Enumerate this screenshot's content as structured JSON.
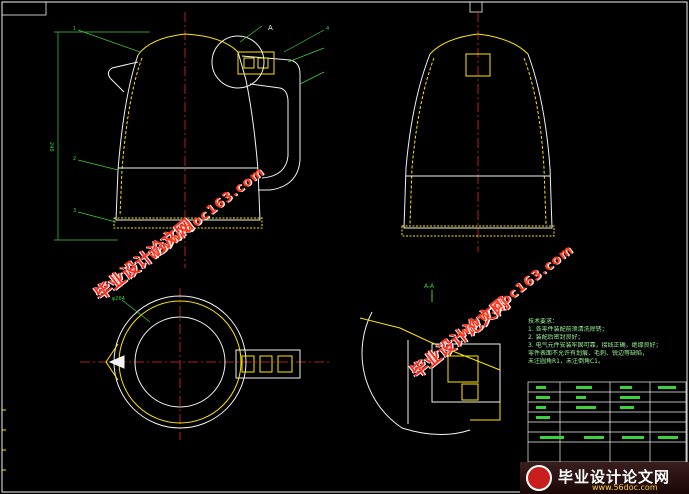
{
  "drawing": {
    "section_marker": "A",
    "detail_label": "A-A",
    "side_dimension": "240",
    "diameter_label": "φ264",
    "leader_numbers": [
      "1",
      "2",
      "3",
      "4"
    ]
  },
  "notes": {
    "title": "技术要求：",
    "lines": [
      "1. 各零件装配前须清洗除锈；",
      "2. 装配后密封良好；",
      "3. 电气元件安装牢固可靠，接线正确，绝缘良好；",
      "   零件表面不允许有划痕、毛刺、锐边等缺陷，",
      "   未注圆角R1，未注倒角C1。"
    ]
  },
  "watermarks": {
    "site_cn": "毕业设计论文网",
    "site_url": "www.doc163.com"
  },
  "banner": {
    "text": "毕业设计论文网",
    "url": "www.56doc.com"
  },
  "colors": {
    "background": "#000000",
    "outline": "#f2f2f2",
    "accent_yellow": "#ffe600",
    "dimension_green": "#3cd23c",
    "center_red": "#e02828",
    "watermark_red": "#ff2a1a"
  }
}
